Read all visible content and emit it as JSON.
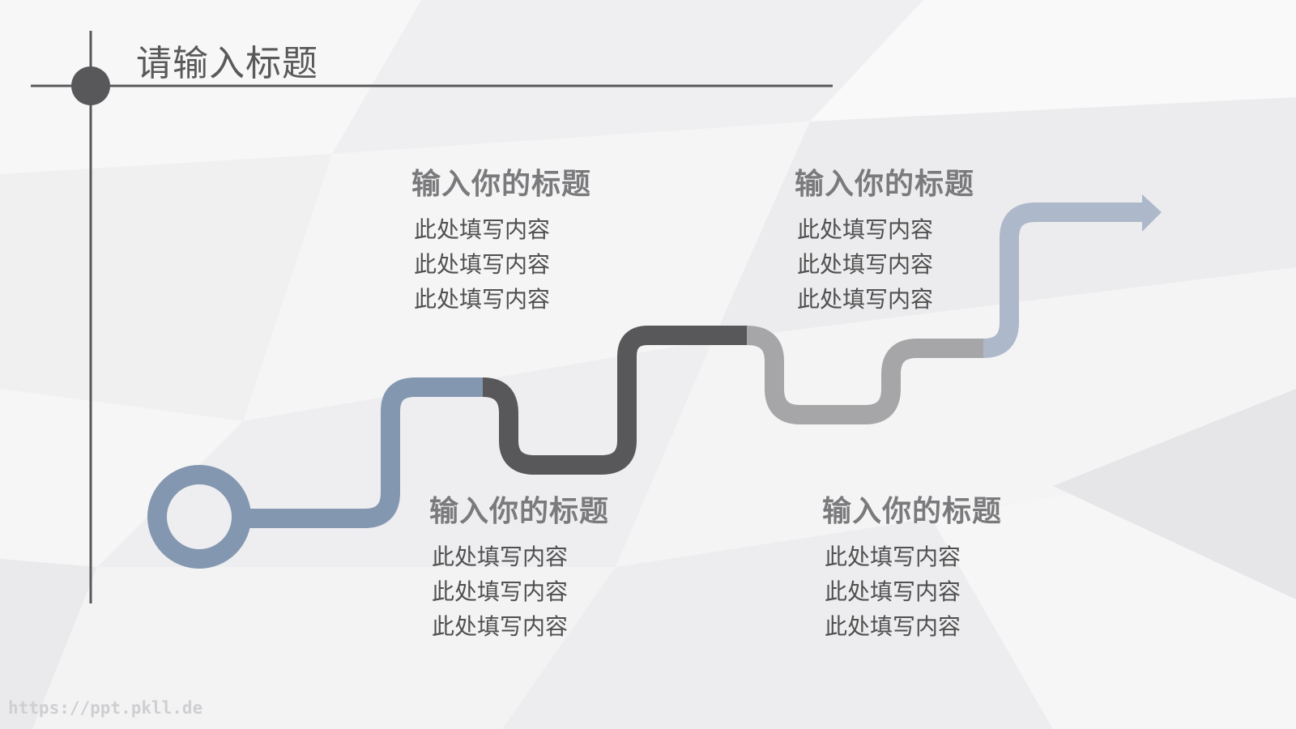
{
  "slide": {
    "title": "请输入标题"
  },
  "blocks": [
    {
      "heading": "输入你的标题",
      "lines": [
        "此处填写内容",
        "此处填写内容",
        "此处填写内容"
      ]
    },
    {
      "heading": "输入你的标题",
      "lines": [
        "此处填写内容",
        "此处填写内容",
        "此处填写内容"
      ]
    },
    {
      "heading": "输入你的标题",
      "lines": [
        "此处填写内容",
        "此处填写内容",
        "此处填写内容"
      ]
    },
    {
      "heading": "输入你的标题",
      "lines": [
        "此处填写内容",
        "此处填写内容",
        "此处填写内容"
      ]
    }
  ],
  "path_colors": {
    "blue": "#8497b0",
    "dark": "#58585a",
    "gray": "#a6a6a8",
    "light_blue": "#adb9ca",
    "title_rule": "#58585a"
  },
  "watermark": "https://ppt.pkll.de"
}
